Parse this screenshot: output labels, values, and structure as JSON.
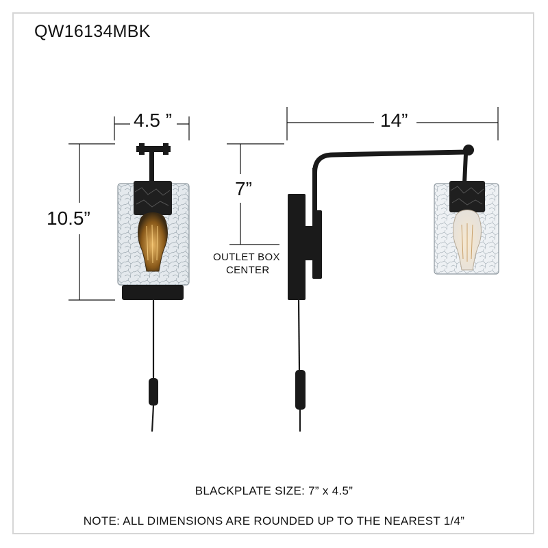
{
  "model_number": "QW16134MBK",
  "dimensions": {
    "width": "4.5 ”",
    "height": "10.5”",
    "outlet_height": "7”",
    "extension": "14”"
  },
  "outlet_label": [
    "OUTLET BOX",
    "CENTER"
  ],
  "backplate_size": "BLACKPLATE SIZE: 7” x 4.5”",
  "note": "NOTE: ALL DIMENSIONS ARE ROUNDED UP TO THE NEAREST 1/4”",
  "colors": {
    "fixture": "#1a1a1a",
    "glass": "#dfe6ec",
    "bulb": "#b07a2a",
    "frame": "#d6d6d6"
  }
}
